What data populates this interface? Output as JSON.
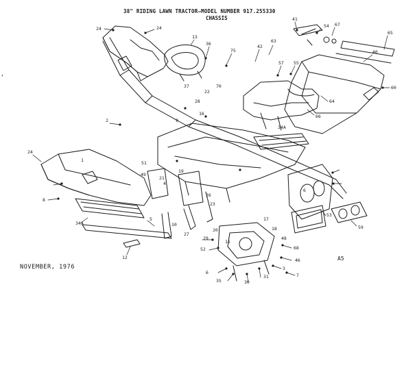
{
  "title": "38\" RIDING LAWN TRACTOR–MODEL NUMBER 917.255330",
  "subtitle": "CHASSIS",
  "footer_date": "NOVEMBER, 1976",
  "page_code": "A5",
  "margin_mark": "‘",
  "part_labels": [
    "24",
    "24",
    "13",
    "36",
    "75",
    "42",
    "63",
    "41",
    "54",
    "67",
    "65",
    "40",
    "57",
    "55",
    "60",
    "64",
    "66",
    "70",
    "22",
    "37",
    "28",
    "16",
    "9",
    "24A",
    "2",
    "24",
    "1",
    "51",
    "8",
    "34A",
    "5",
    "12",
    "23",
    "26",
    "27",
    "10",
    "29",
    "19",
    "49",
    "21",
    "53",
    "59",
    "68",
    "46",
    "3",
    "7",
    "6",
    "35",
    "30",
    "31",
    "52",
    "11",
    "20",
    "4",
    "48",
    "18",
    "17",
    "6"
  ],
  "stroke_color": "#1a1a1a",
  "paper_color": "#ffffff"
}
